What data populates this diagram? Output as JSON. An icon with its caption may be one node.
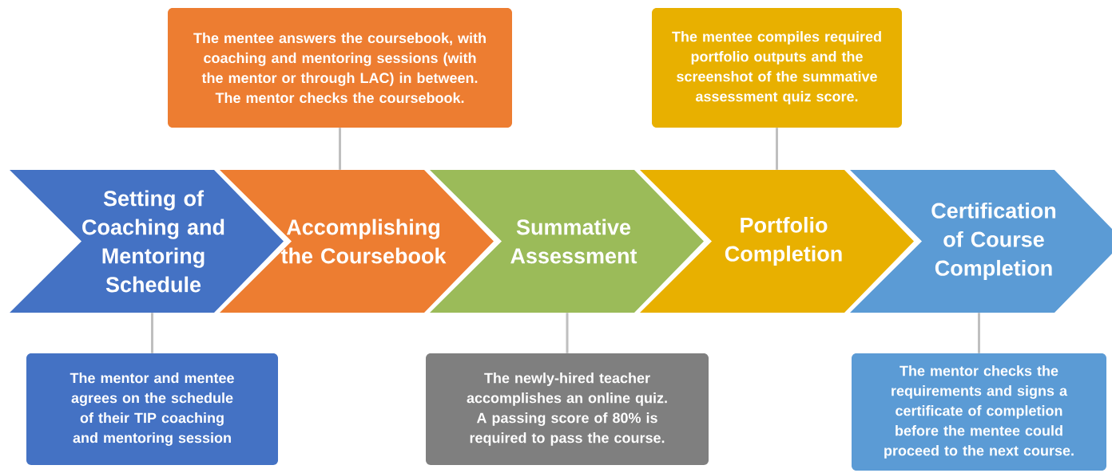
{
  "diagram": {
    "nodes": [
      {
        "text": [
          "Setting of Coaching and Mentoring Schedule"
        ]
      },
      {
        "text": [
          "Accomplishing the Coursebook"
        ]
      },
      {
        "text": [
          "Summative Assessment"
        ]
      },
      {
        "text": [
          "Portfolio Completion"
        ]
      },
      {
        "text": [
          "Certification of Course Completion"
        ]
      },
      {
        "text": [
          "The mentor and mentee agrees on the schedule of their TIP coaching and mentoring session"
        ]
      },
      {
        "text": [
          "The mentee answers the coursebook, with coaching and mentoring sessions (with the mentor or through LAC) in between. The mentor checks the coursebook."
        ]
      },
      {
        "text": [
          "The newly-hired teacher accomplishes an online quiz. A passing score of 80% is required to pass the course."
        ]
      },
      {
        "text": [
          "The mentee compiles required portfolio outputs and the screenshot of the summative assessment quiz score."
        ]
      },
      {
        "text": [
          "The mentor checks the requirements and signs a certificate of completion before the mentee could proceed to the next course."
        ]
      }
    ],
    "edges": [
      {
        "from": 0,
        "to": 5,
        "arrow": "none"
      },
      {
        "from": 1,
        "to": 6,
        "arrow": "none"
      },
      {
        "from": 2,
        "to": 7,
        "arrow": "none"
      },
      {
        "from": 3,
        "to": 8,
        "arrow": "none"
      },
      {
        "from": 4,
        "to": 9,
        "arrow": "none"
      }
    ]
  }
}
